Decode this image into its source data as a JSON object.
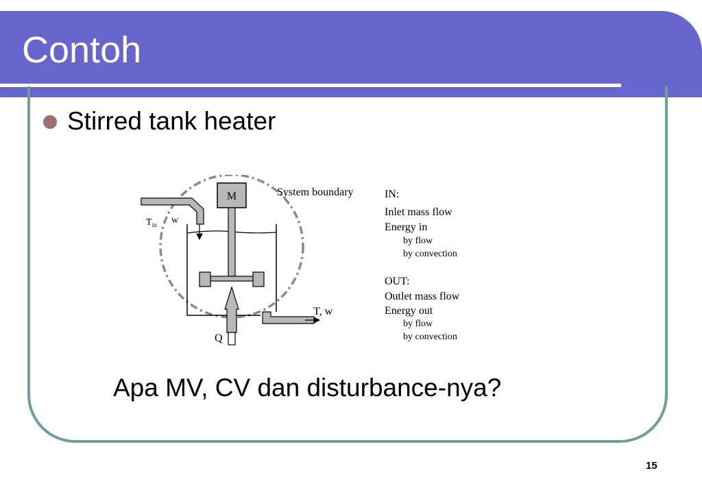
{
  "slide": {
    "title": "Contoh",
    "bullet": "Stirred tank heater",
    "question": "Apa MV, CV dan disturbance-nya?",
    "page_number": "15"
  },
  "diagram": {
    "motor_label": "M",
    "system_boundary_label": "System boundary",
    "inlet_label": "T",
    "inlet_subscript": "in",
    "inlet_flow_label": "w",
    "outlet_label": "T, w",
    "heat_label": "Q",
    "in_heading": "IN:",
    "in_items": [
      "Inlet mass flow",
      "Energy in"
    ],
    "in_subitems": [
      "by flow",
      "by convection"
    ],
    "out_heading": "OUT:",
    "out_items": [
      "Outlet mass flow",
      "Energy out"
    ],
    "out_subitems": [
      "by flow",
      "by convection"
    ]
  },
  "colors": {
    "title_bar": "#6666cc",
    "frame_border": "#6f9c9f",
    "bullet": "#9a6f70",
    "pipe_fill": "#b8b8b8"
  }
}
